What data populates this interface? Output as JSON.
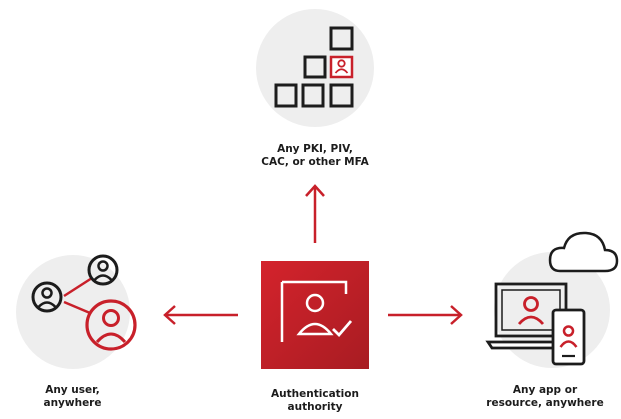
{
  "labels": {
    "mfa": "Any PKI, PIV,\nCAC, or other MFA",
    "user": "Any user,\nanywhere",
    "auth": "Authentication\nauthority",
    "app": "Any app or\nresource, anywhere"
  },
  "colors": {
    "accent": "#c8202a",
    "accent_dark": "#9f1a20",
    "ink": "#1c1c1c",
    "circle": "#eeeeee"
  }
}
